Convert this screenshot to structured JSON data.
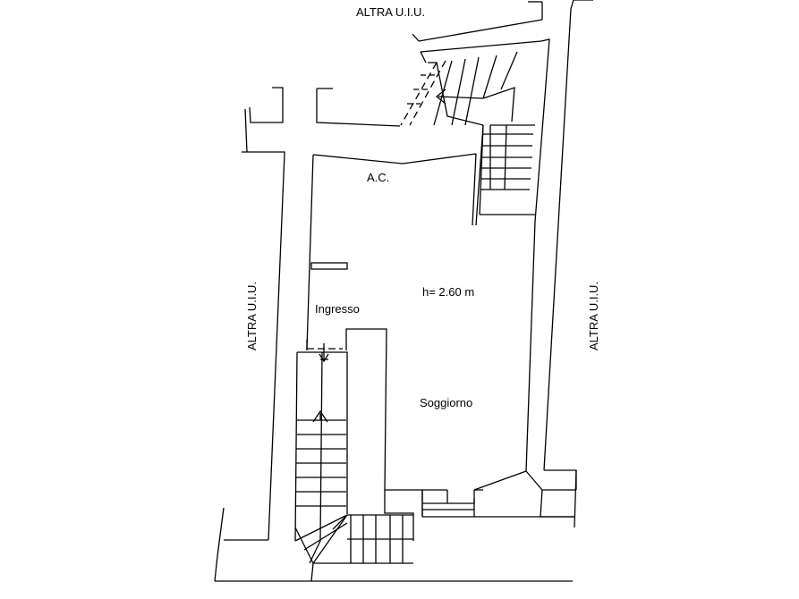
{
  "labels": {
    "top_other_unit": "ALTRA U.I.U.",
    "left_other_unit": "ALTRA U.I.U.",
    "right_other_unit": "ALTRA U.I.U.",
    "common_area": "A.C.",
    "height": "h= 2.60 m",
    "entrance": "Ingresso",
    "living_room": "Soggiorno"
  },
  "colors": {
    "line": "#000000",
    "background": "#ffffff"
  }
}
